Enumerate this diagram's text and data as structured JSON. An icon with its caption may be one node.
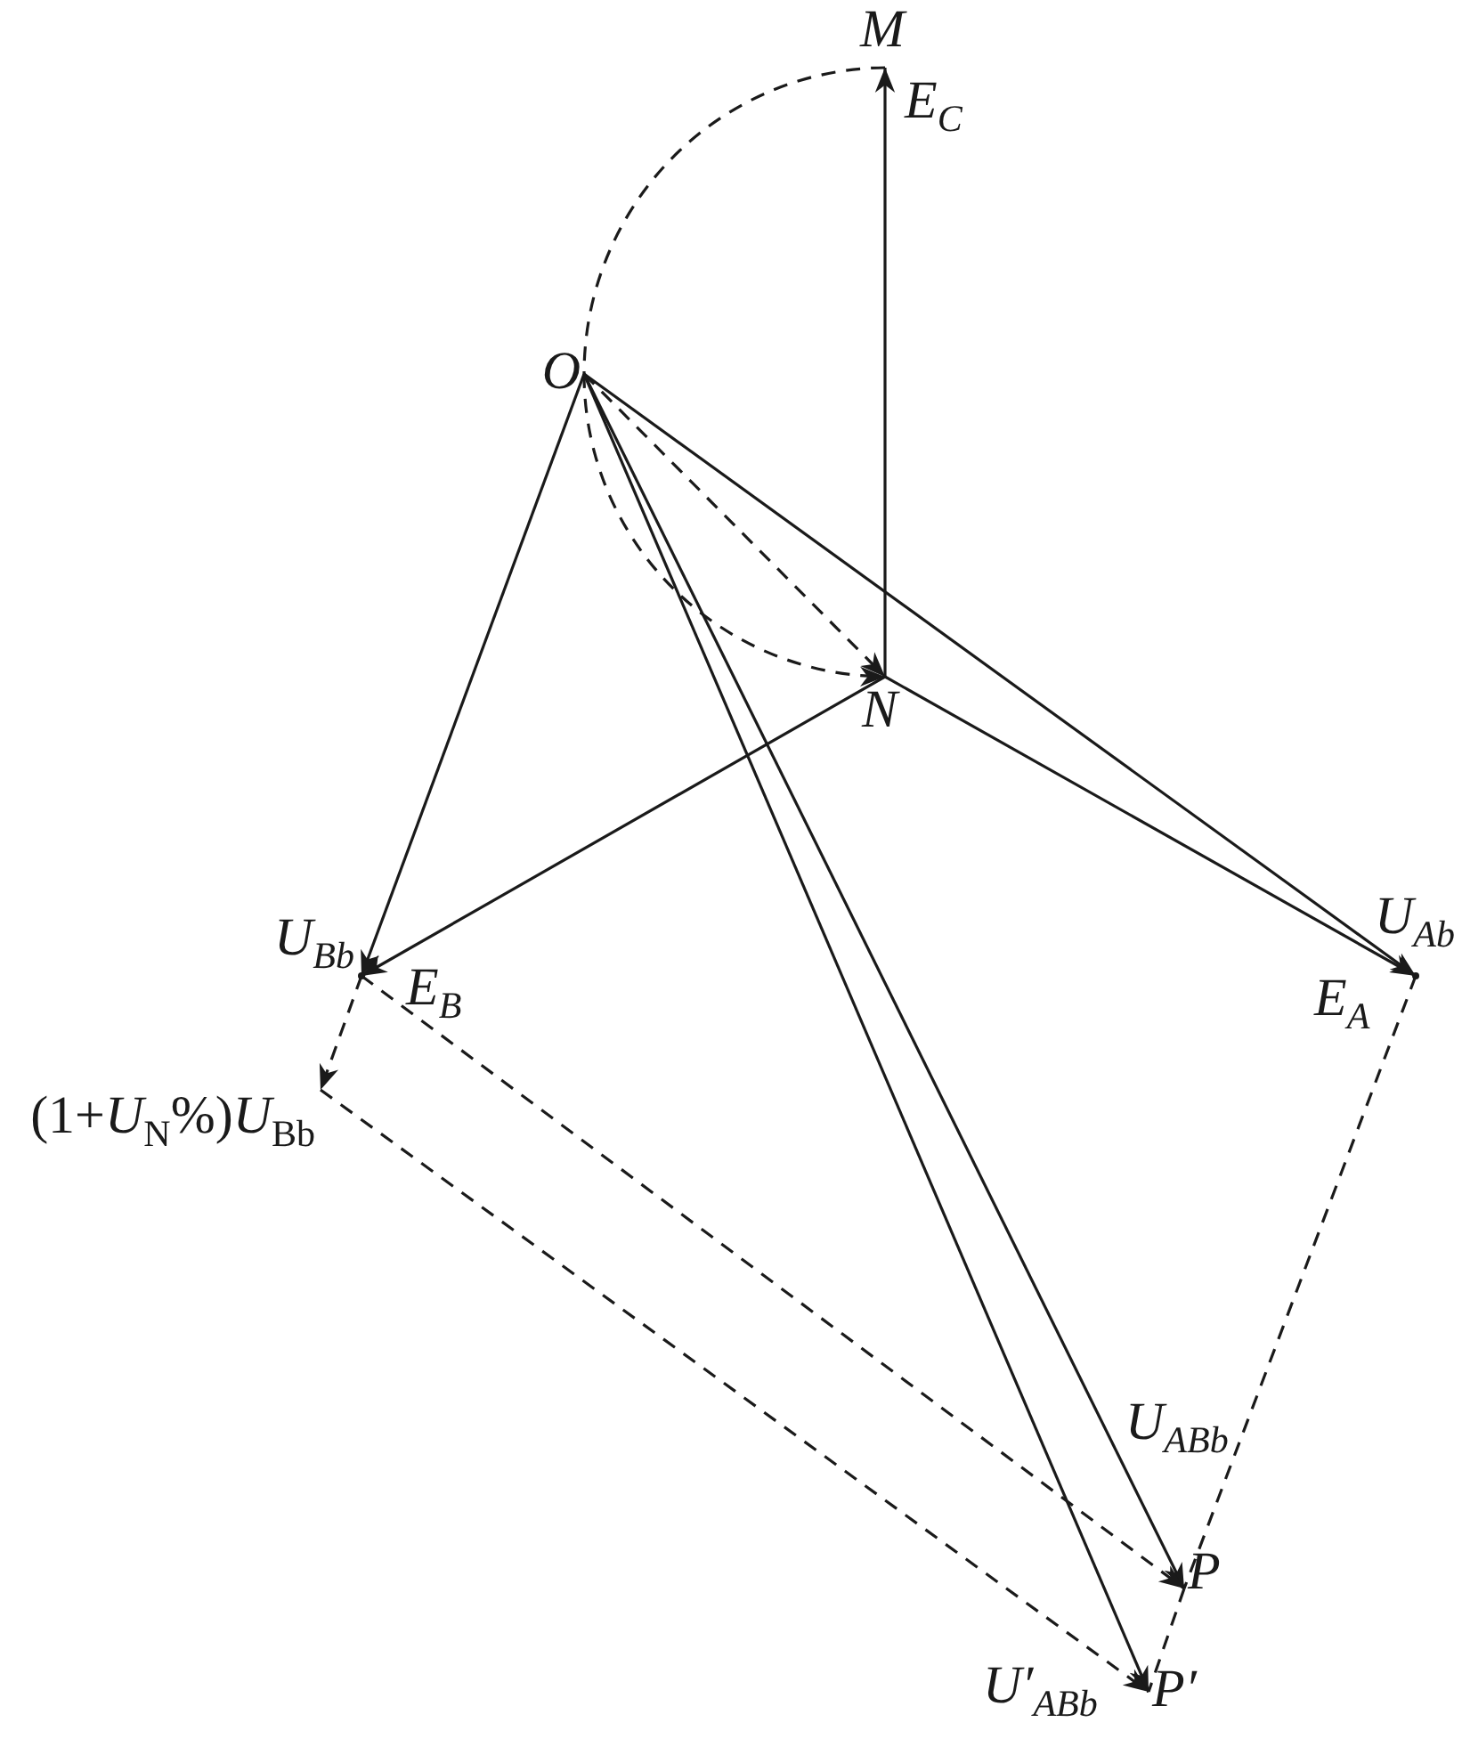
{
  "diagram": {
    "nodes": [
      {
        "text": [
          "M"
        ]
      },
      {
        "text": [
          "O"
        ]
      },
      {
        "text": [
          "N"
        ]
      },
      {
        "text": [],
        "shape": "point"
      },
      {
        "text": [],
        "shape": "point"
      },
      {
        "text": [
          "(1+*U*$_{N}$%)*U*$_{Bb}$"
        ]
      },
      {
        "text": [
          "P"
        ]
      },
      {
        "text": [
          "P′"
        ]
      }
    ],
    "edges": [
      {
        "from": 2,
        "to": 0,
        "arrow": "to",
        "label": "E$_{C}$"
      },
      {
        "from": 1,
        "to": 3,
        "arrow": "to",
        "label": "U$_{Bb}$"
      },
      {
        "from": 2,
        "to": 3,
        "arrow": "to",
        "label": "E$_{B}$"
      },
      {
        "from": 1,
        "to": 4,
        "arrow": "to",
        "label": "U$_{Ab}$"
      },
      {
        "from": 2,
        "to": 4,
        "arrow": "to",
        "label": "E$_{A}$"
      },
      {
        "from": 1,
        "to": 2,
        "arrow": "to",
        "style": "dashed"
      },
      {
        "from": 1,
        "to": 2,
        "arrow": "to",
        "style": "dashed"
      },
      {
        "from": 0,
        "to": 1,
        "arrow": "none",
        "style": "dashed"
      },
      {
        "from": 1,
        "to": 6,
        "arrow": "to",
        "label": "U$_{ABb}$"
      },
      {
        "from": 1,
        "to": 7,
        "arrow": "to",
        "label": "U′$_{ABb}$"
      },
      {
        "from": 3,
        "to": 5,
        "arrow": "to",
        "style": "dashed"
      },
      {
        "from": 3,
        "to": 6,
        "arrow": "to",
        "style": "dashed"
      },
      {
        "from": 5,
        "to": 7,
        "arrow": "to",
        "style": "dashed"
      },
      {
        "from": 4,
        "to": 6,
        "arrow": "none",
        "style": "dashed"
      },
      {
        "from": 6,
        "to": 7,
        "arrow": "none",
        "style": "dashed"
      }
    ]
  }
}
